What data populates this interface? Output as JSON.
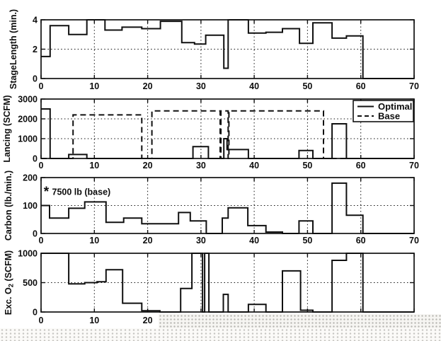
{
  "page": {
    "background": "#ffffff",
    "halftone_dot_color": "#b9b8b4"
  },
  "figure": {
    "line_color": "#101010",
    "text_color": "#0d0d0d",
    "x_axis": {
      "lim": [
        0,
        70
      ],
      "ticks": [
        0,
        10,
        20,
        30,
        40,
        50,
        60,
        70
      ],
      "grid": [
        10,
        20,
        30,
        40,
        50,
        60
      ]
    }
  },
  "chart_data": [
    {
      "id": "stagelength",
      "type": "step",
      "ylabel": "StageLength (min.)",
      "ylabel_parts": [
        {
          "t": "StageLength (min.)"
        }
      ],
      "ylim": [
        0,
        4
      ],
      "yticks": [
        {
          "v": 0,
          "label": "0"
        },
        {
          "v": 2,
          "label": "2"
        },
        {
          "v": 4,
          "label": "4"
        }
      ],
      "ygrid": [
        2
      ],
      "xtick_labels": [
        "0",
        "10",
        "20",
        "30",
        "40",
        "50",
        "60",
        "70"
      ],
      "series": [
        {
          "name": "Optimal",
          "style": "solid",
          "points": [
            [
              0,
              1.5
            ],
            [
              1.7,
              3.6
            ],
            [
              5.2,
              3.0
            ],
            [
              8.6,
              4.0
            ],
            [
              12,
              3.3
            ],
            [
              15.2,
              3.5
            ],
            [
              18.9,
              3.4
            ],
            [
              22.4,
              3.9
            ],
            [
              26.4,
              2.45
            ],
            [
              28.8,
              2.35
            ],
            [
              30.9,
              2.95
            ],
            [
              34.3,
              0.7
            ],
            [
              35.1,
              4.0
            ],
            [
              38.9,
              3.1
            ],
            [
              42.2,
              3.15
            ],
            [
              45.3,
              3.4
            ],
            [
              48.5,
              2.4
            ],
            [
              51,
              3.8
            ],
            [
              54.6,
              2.75
            ],
            [
              57.3,
              2.9
            ],
            [
              60.4,
              0
            ],
            [
              70,
              0
            ]
          ]
        }
      ]
    },
    {
      "id": "lancing",
      "type": "step",
      "ylabel": "Lancing (SCFM)",
      "ylabel_parts": [
        {
          "t": "Lancing (SCFM)"
        }
      ],
      "ylim": [
        0,
        3000
      ],
      "yticks": [
        {
          "v": 0,
          "label": "0"
        },
        {
          "v": 1000,
          "label": "1000"
        },
        {
          "v": 2000,
          "label": "2000"
        },
        {
          "v": 3000,
          "label": "3000"
        }
      ],
      "ygrid": [
        1000,
        2000
      ],
      "xtick_labels": [
        "0",
        "10",
        "20",
        "30",
        "40",
        "50",
        "60",
        "70"
      ],
      "legend": {
        "position": "top-right",
        "entries": [
          {
            "label": "Optimal",
            "style": "solid"
          },
          {
            "label": "Base",
            "style": "dashed"
          }
        ]
      },
      "series": [
        {
          "name": "Optimal",
          "style": "solid",
          "points": [
            [
              0,
              2500
            ],
            [
              1.7,
              0
            ],
            [
              5.2,
              200
            ],
            [
              8.6,
              0
            ],
            [
              28.5,
              600
            ],
            [
              31.4,
              0
            ],
            [
              34.3,
              1000
            ],
            [
              34.9,
              450
            ],
            [
              38.9,
              0
            ],
            [
              48.4,
              400
            ],
            [
              51,
              0
            ],
            [
              54.6,
              1750
            ],
            [
              57.3,
              0
            ],
            [
              70,
              0
            ]
          ]
        },
        {
          "name": "Base",
          "style": "dashed",
          "points": [
            [
              0,
              0
            ],
            [
              6,
              2200
            ],
            [
              18.9,
              0
            ],
            [
              20.8,
              2400
            ],
            [
              33.6,
              0
            ],
            [
              33.75,
              2400
            ],
            [
              35.1,
              0
            ],
            [
              35.25,
              2400
            ],
            [
              53,
              0
            ],
            [
              70,
              0
            ]
          ]
        }
      ]
    },
    {
      "id": "carbon",
      "type": "step",
      "ylabel": "Carbon (lb./min.)",
      "ylabel_parts": [
        {
          "t": "Carbon (lb./min.)"
        }
      ],
      "ylim": [
        0,
        200
      ],
      "yticks": [
        {
          "v": 0,
          "label": "0"
        },
        {
          "v": 100,
          "label": "100"
        },
        {
          "v": 200,
          "label": "200"
        }
      ],
      "ygrid": [
        100
      ],
      "xtick_labels": [
        "0",
        "10",
        "20",
        "30",
        "40",
        "50",
        "60",
        "70"
      ],
      "annotation": {
        "marker": "*",
        "text": "7500 lb (base)",
        "x": 1,
        "y": 150
      },
      "series": [
        {
          "name": "Optimal",
          "style": "solid",
          "points": [
            [
              0,
              100
            ],
            [
              1.6,
              55
            ],
            [
              5.2,
              90
            ],
            [
              8.2,
              113
            ],
            [
              12.2,
              40
            ],
            [
              15.5,
              55
            ],
            [
              18.9,
              35
            ],
            [
              25.8,
              75
            ],
            [
              28,
              45
            ],
            [
              31,
              0
            ],
            [
              34,
              55
            ],
            [
              35.1,
              92
            ],
            [
              38.8,
              28
            ],
            [
              42.2,
              5
            ],
            [
              45.3,
              0
            ],
            [
              48.4,
              45
            ],
            [
              51,
              0
            ],
            [
              54.6,
              180
            ],
            [
              57.3,
              65
            ],
            [
              60.4,
              0
            ],
            [
              70,
              0
            ]
          ]
        }
      ]
    },
    {
      "id": "exc-o2",
      "type": "step",
      "ylabel": "Exc. O2 (SCFM)",
      "ylabel_parts": [
        {
          "t": "Exc. O"
        },
        {
          "t": "2",
          "sub": true
        },
        {
          "t": " (SCFM)"
        }
      ],
      "ylim": [
        0,
        1000
      ],
      "yticks": [
        {
          "v": 0,
          "label": "0"
        },
        {
          "v": 500,
          "label": "500"
        },
        {
          "v": 1000,
          "label": "1000"
        }
      ],
      "ygrid": [
        500
      ],
      "xtick_labels": [
        "0",
        "10",
        "20"
      ],
      "series": [
        {
          "name": "Optimal",
          "style": "solid",
          "points": [
            [
              0,
              1000
            ],
            [
              5.2,
              480
            ],
            [
              8.2,
              500
            ],
            [
              10.5,
              515
            ],
            [
              12.2,
              720
            ],
            [
              15.3,
              150
            ],
            [
              18.9,
              20
            ],
            [
              22.3,
              0
            ],
            [
              26.2,
              400
            ],
            [
              28.3,
              1000
            ],
            [
              30.3,
              0
            ],
            [
              30.7,
              1000
            ],
            [
              31.5,
              0
            ],
            [
              34.2,
              300
            ],
            [
              35.1,
              0
            ],
            [
              38.9,
              130
            ],
            [
              42.2,
              0
            ],
            [
              45.3,
              700
            ],
            [
              48.7,
              30
            ],
            [
              51,
              0
            ],
            [
              54.6,
              880
            ],
            [
              57.3,
              1000
            ],
            [
              60.4,
              0
            ],
            [
              70,
              0
            ]
          ]
        }
      ]
    }
  ]
}
